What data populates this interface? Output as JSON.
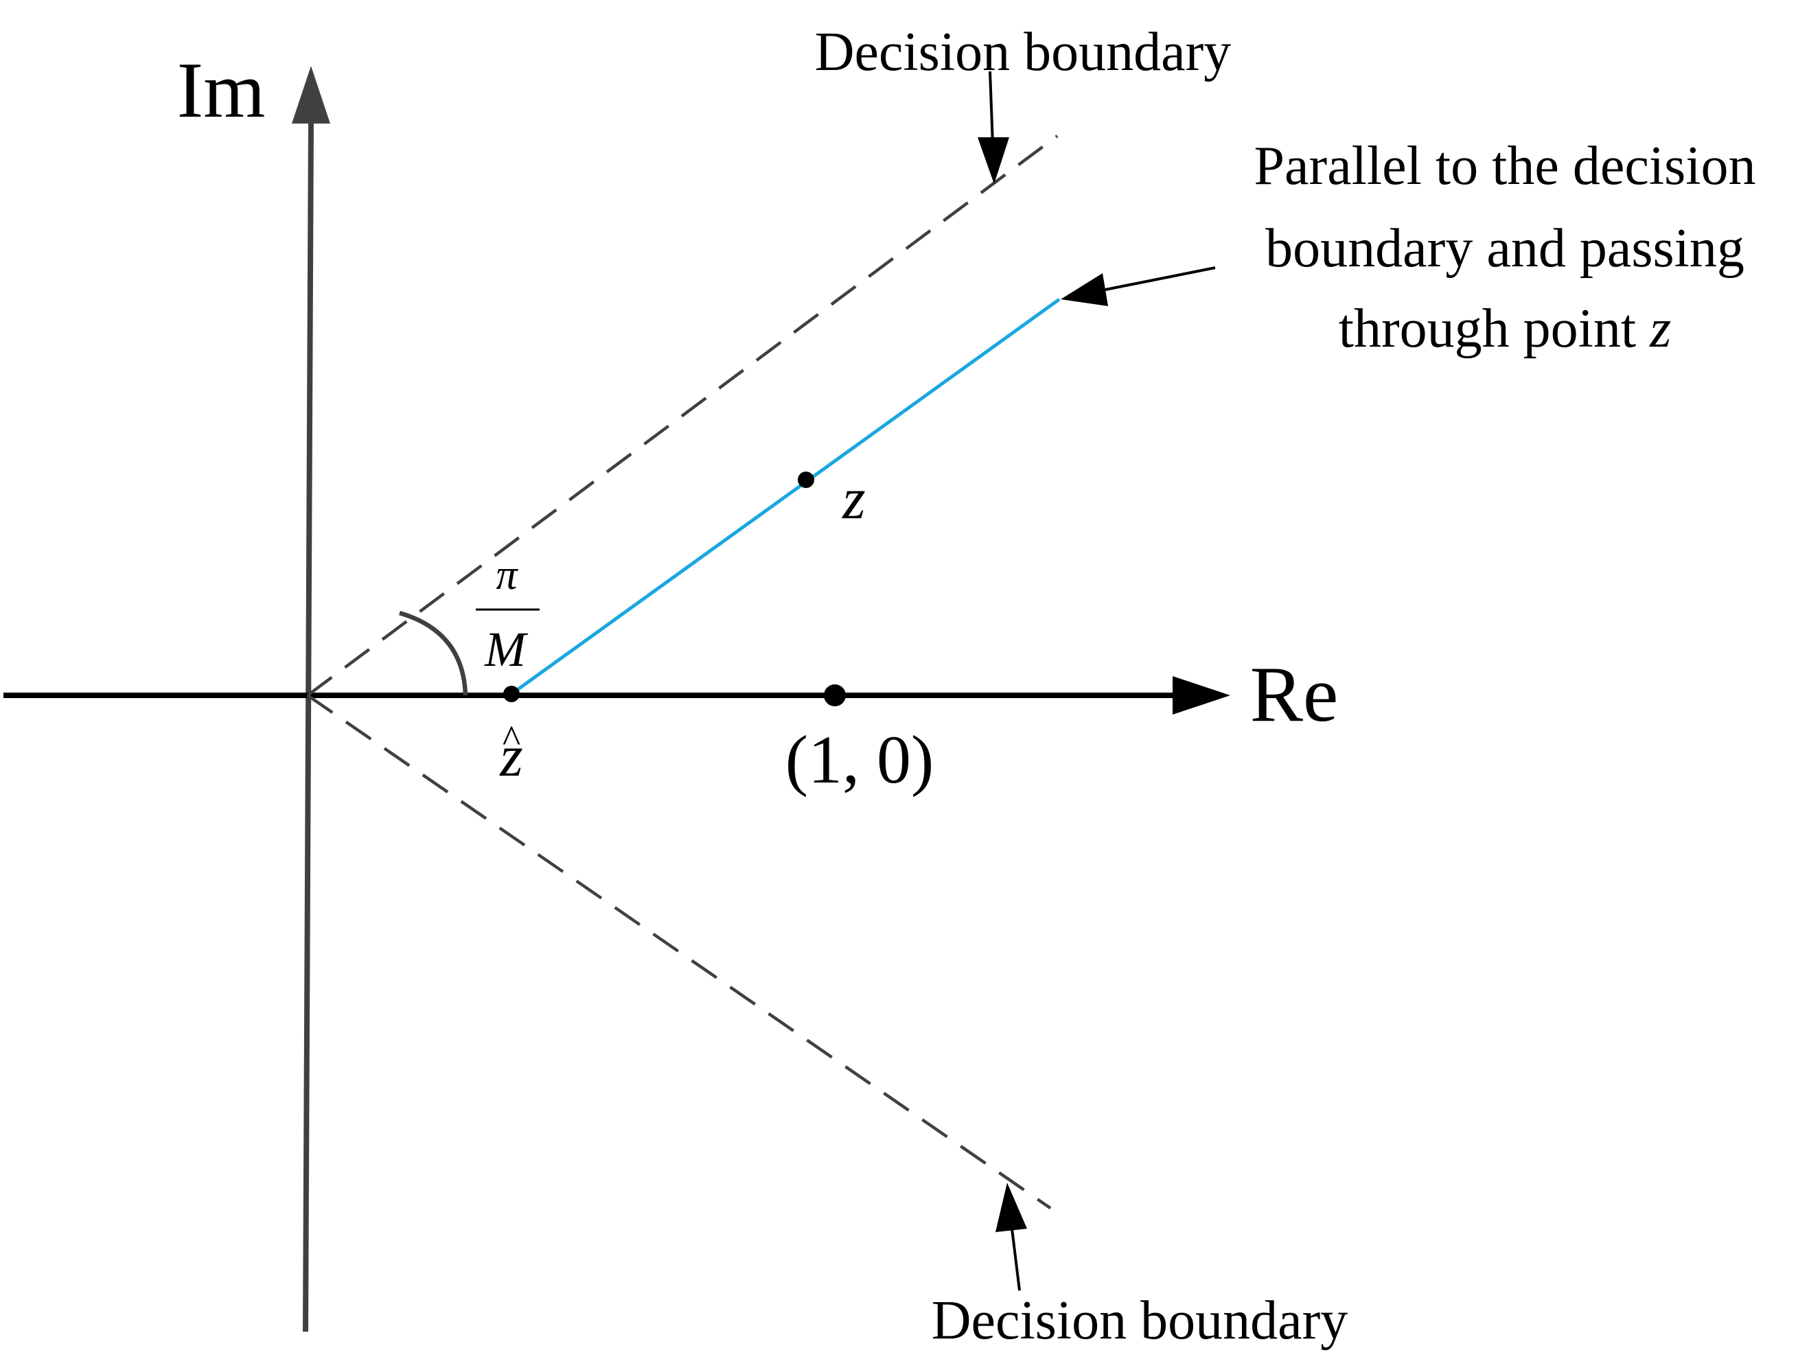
{
  "axes": {
    "imaginary_label": "Im",
    "real_label": "Re"
  },
  "labels": {
    "decision_boundary_top": "Decision boundary",
    "decision_boundary_bottom": "Decision boundary",
    "parallel_line_1": "Parallel to the decision",
    "parallel_line_2": "boundary and passing",
    "parallel_line_3_text": "through point ",
    "parallel_line_3_var": "z"
  },
  "points": {
    "z_label": "z",
    "z_hat_label": "z",
    "z_hat_accent": "^",
    "one_zero_label": "(1, 0)"
  },
  "angle": {
    "numerator": "π",
    "denominator": "M"
  },
  "colors": {
    "axis": "#404040",
    "real_axis": "#000000",
    "dashed": "#404040",
    "parallel_line": "#1aa7e0",
    "points": "#000000"
  }
}
